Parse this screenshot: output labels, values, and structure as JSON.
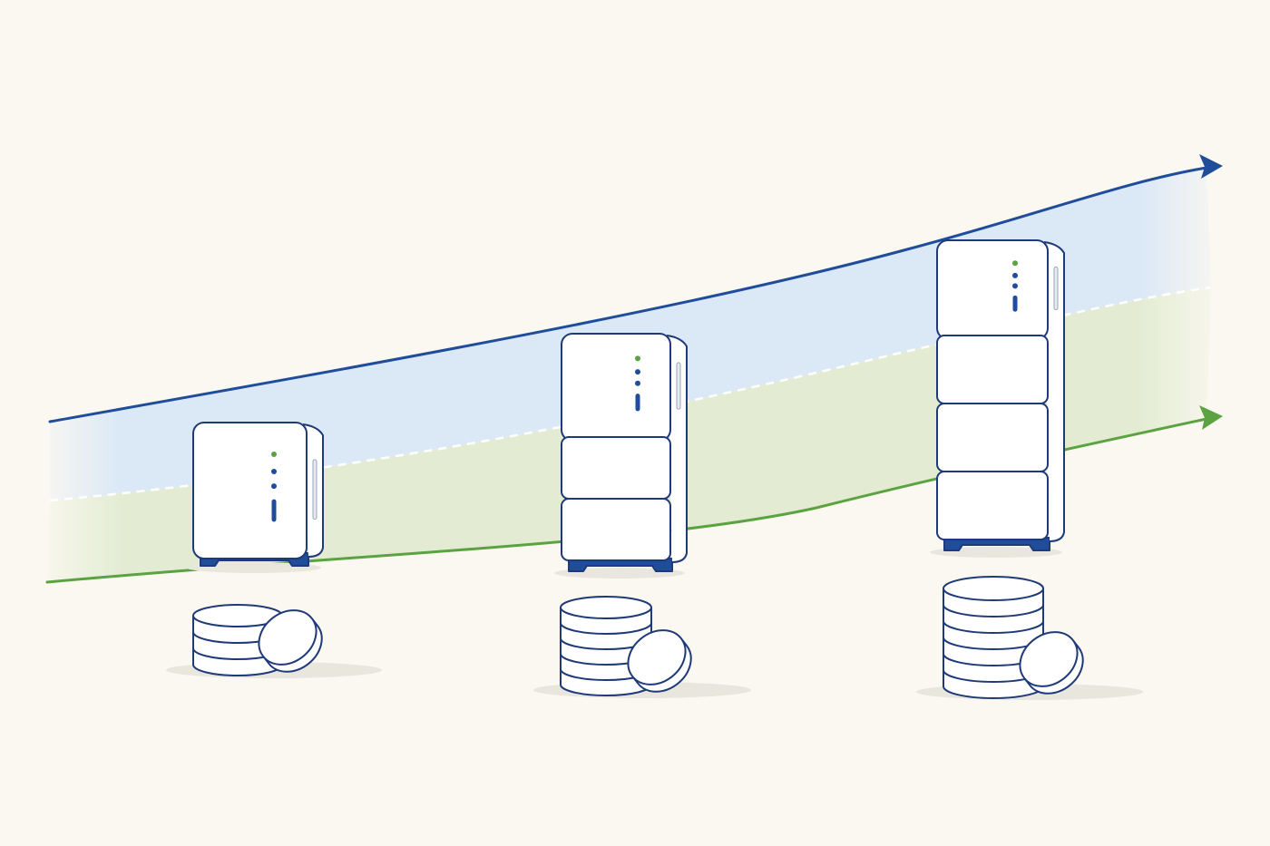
{
  "colors": {
    "background": "#fbf8f1",
    "outline": "#1f3a78",
    "accent_blue": "#1f4d9a",
    "accent_green": "#5aa340",
    "band_blue": "#dbe8f6",
    "band_green": "#e3ecd3",
    "device_fill": "#ffffff",
    "device_base": "#1f4d9a",
    "coin_fill": "#ffffff",
    "shadow": "#e9e6de"
  },
  "illustration": {
    "trend_arrows": [
      {
        "name": "upper",
        "color": "accent_blue"
      },
      {
        "name": "lower",
        "color": "accent_green"
      }
    ],
    "stages": [
      {
        "device_modules": 1,
        "coins_in_stack": 3,
        "leaning_coin": true
      },
      {
        "device_modules": 3,
        "coins_in_stack": 5,
        "leaning_coin": true
      },
      {
        "device_modules": 4,
        "coins_in_stack": 6,
        "leaning_coin": true
      }
    ]
  }
}
